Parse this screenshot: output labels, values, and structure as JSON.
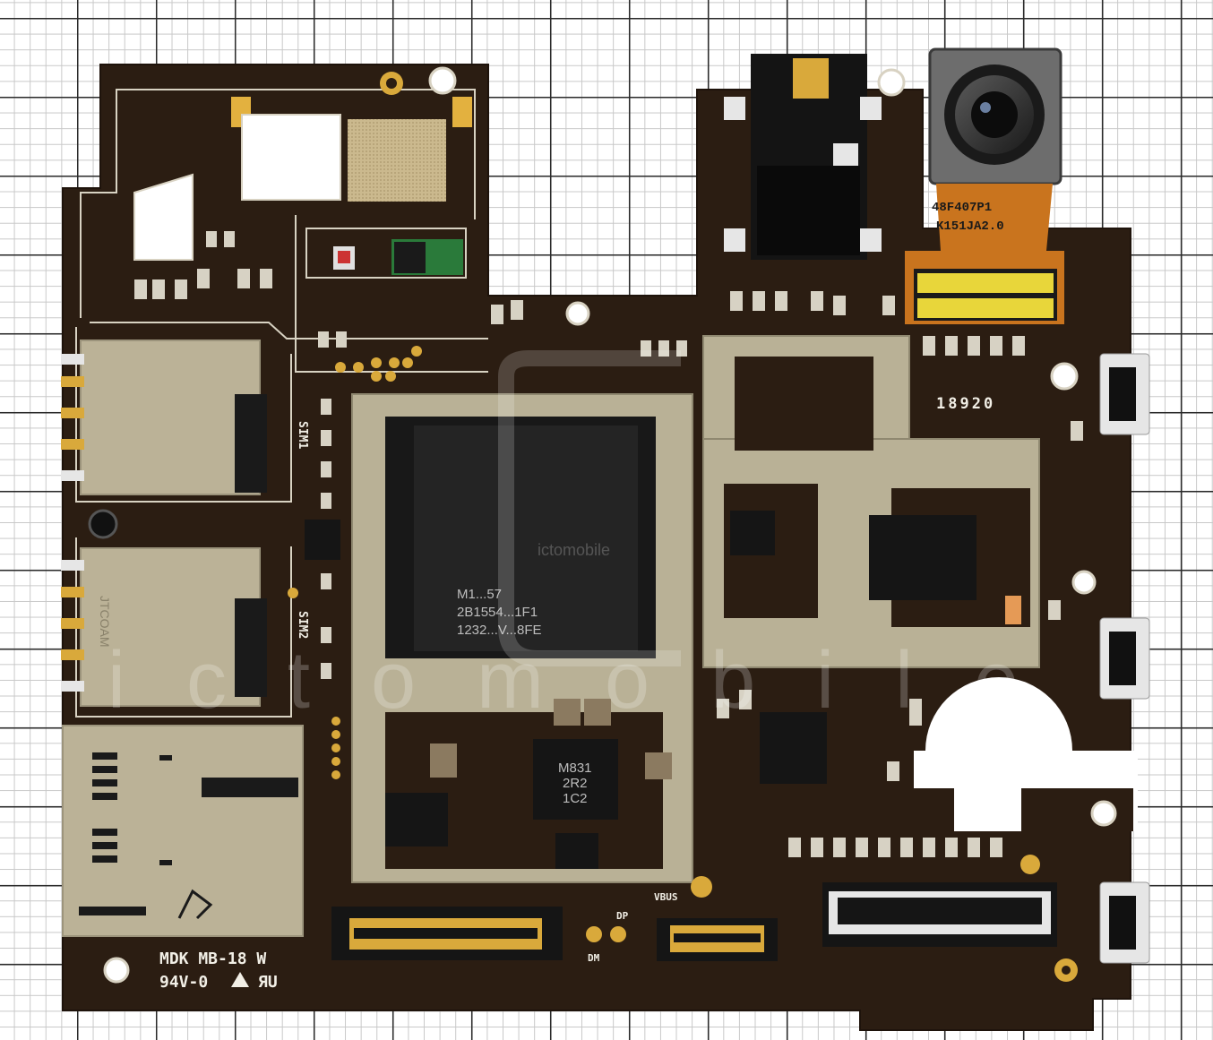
{
  "board": {
    "model_marking": "MDK MB-18 W",
    "rating_marking": "94V-0",
    "ul_mark": "ЯU",
    "serial_marking": "18920",
    "sim1_label": "SIM1",
    "sim2_label": "SIM2",
    "sim_tray_brand": "JTCOAM",
    "vbus_label": "VBUS",
    "dp_label": "DP",
    "dm_label": "DM"
  },
  "camera_flex": {
    "line1": "48F407P1",
    "line2": "K151JA2.0"
  },
  "chips": {
    "memory_line1": "M1...57",
    "memory_line2": "2B1554...1F1",
    "memory_line3": "1232...V...8FE",
    "pmic_line1": "M831",
    "pmic_line2": "2R2",
    "pmic_line3": "1C2"
  },
  "watermark": {
    "logo": "ictomobile",
    "large_text": "ictomobile"
  },
  "colors": {
    "pcb": "#2b1d12",
    "pcb_edge": "#3a2616",
    "shield": "#b9b196",
    "gold": "#d9a93b",
    "flex": "#c9741e",
    "grid_major": "#2a2a2a",
    "grid_minor": "#c8c8c8"
  }
}
